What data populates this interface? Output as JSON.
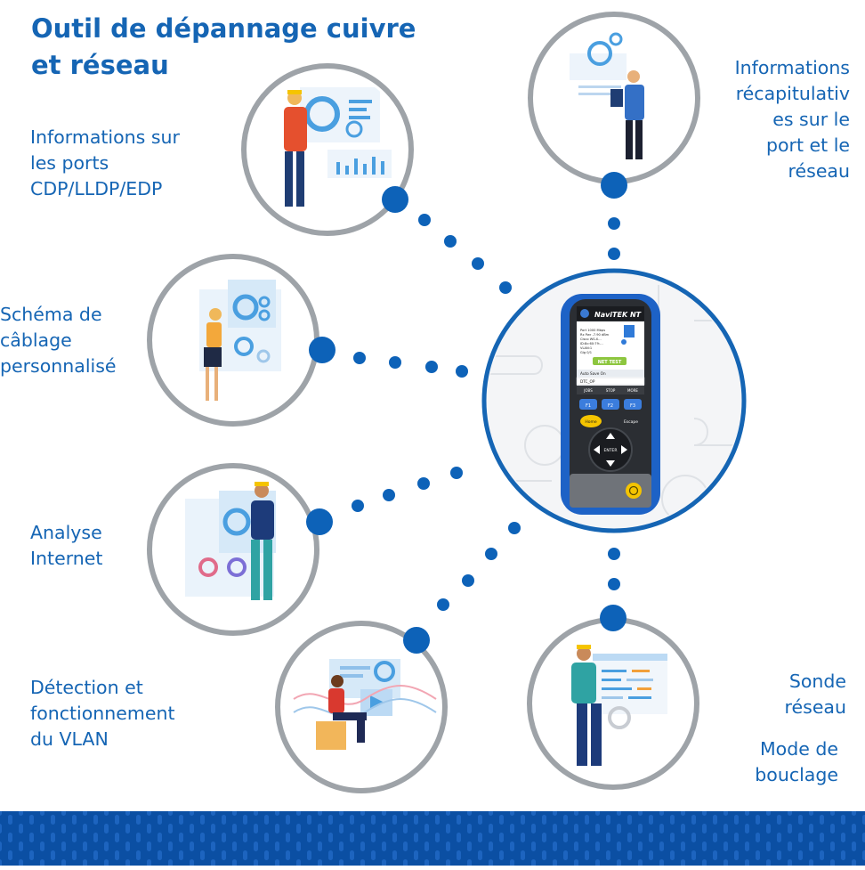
{
  "title": {
    "line1": "Outil de dépannage cuivre",
    "line2": "et réseau"
  },
  "features": [
    {
      "id": "cdp",
      "lines": [
        "Informations sur",
        "les ports",
        "CDP/LLDP/EDP"
      ]
    },
    {
      "id": "cablage",
      "lines": [
        "Schéma de",
        "câblage",
        "personnalisé"
      ]
    },
    {
      "id": "internet",
      "lines": [
        "Analyse",
        "Internet"
      ]
    },
    {
      "id": "vlan",
      "lines": [
        "Détection et",
        "fonctionnement",
        "du VLAN"
      ]
    },
    {
      "id": "recap",
      "lines": [
        "Informations",
        "récapitulativ",
        "es sur le",
        "port et le",
        "réseau"
      ]
    },
    {
      "id": "sonde",
      "lines": [
        "Sonde",
        "réseau"
      ]
    },
    {
      "id": "bouclage",
      "lines": [
        "Mode de",
        "bouclage"
      ]
    }
  ],
  "device": {
    "brand": "NaviTEK NT",
    "screen_lines": [
      "Port 1000 Mbps",
      "Rx Pwr -7.90 dBm",
      "Cisco WS-X…",
      "ID:8c:60:79:…",
      "VLAN:1",
      "Gig 0/1"
    ],
    "test_button": "NET TEST",
    "menu_items": [
      "Auto Save On",
      "DTC_OP"
    ],
    "softkeys": [
      "JOBS",
      "STOP",
      "MORE"
    ],
    "fkeys": [
      "F1",
      "F2",
      "F3"
    ],
    "side_keys": [
      "Home",
      "Escape"
    ],
    "center_key": "ENTER"
  },
  "colors": {
    "primary": "#1565b4",
    "dot": "#0d62b8",
    "ring": "#9ea3a8",
    "band": "#0b4fa3",
    "device_blue": "#1d62c6"
  }
}
